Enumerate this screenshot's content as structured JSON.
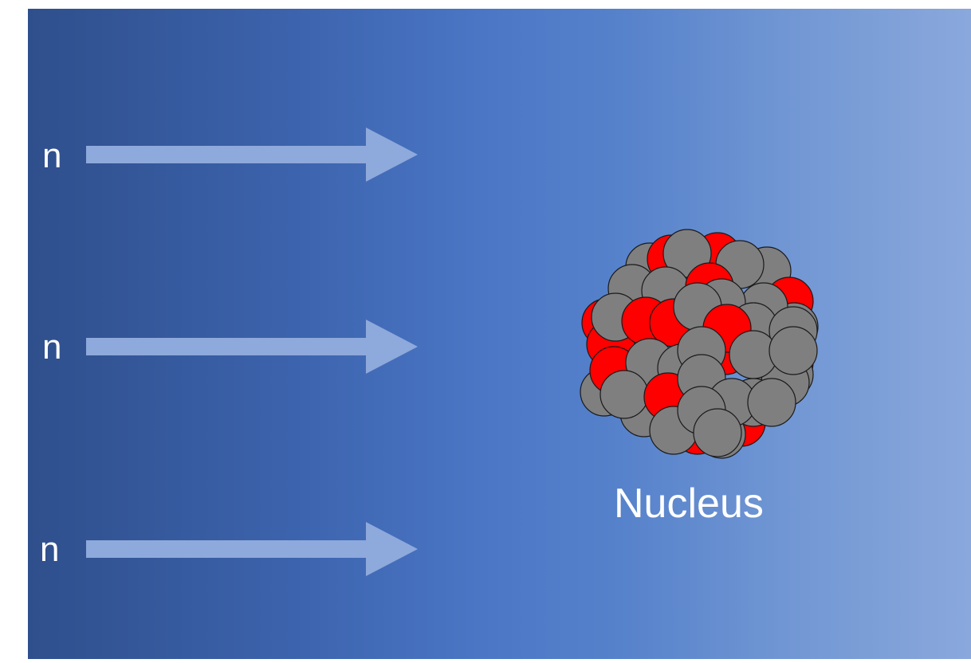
{
  "diagram": {
    "background": {
      "color_start": "#2f4f8c",
      "color_end": "#8aa8dc"
    },
    "neutron_beams": [
      {
        "label": "n"
      },
      {
        "label": "n"
      },
      {
        "label": "n"
      }
    ],
    "arrow_color": "#8ea9db",
    "nucleus": {
      "label": "Nucleus",
      "proton_color": "#ff0000",
      "neutron_color": "#7f7f7f",
      "outline_color": "#1a1a1a"
    }
  }
}
